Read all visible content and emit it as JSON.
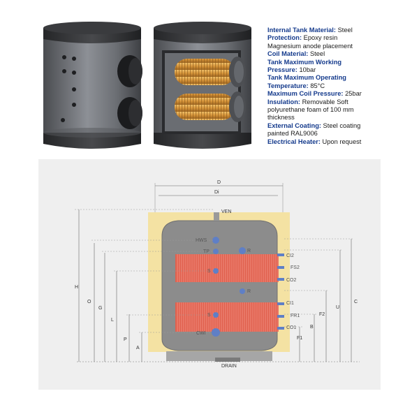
{
  "specs": [
    {
      "label": "Internal Tank Material:",
      "value": " Steel"
    },
    {
      "label": "Protection:",
      "value": " Epoxy resin"
    },
    {
      "label": "",
      "value": "Magnesium anode placement"
    },
    {
      "label": "Coil Material:",
      "value": " Steel"
    },
    {
      "label": "Tank Maximum Working",
      "value": ""
    },
    {
      "label": "Pressure:",
      "value": " 10bar"
    },
    {
      "label": "Tank Maximum Operating",
      "value": ""
    },
    {
      "label": "Temperature:",
      "value": " 85°C"
    },
    {
      "label": "Maximum Coil Pressure:",
      "value": " 25bar"
    },
    {
      "label": "Insulation:",
      "value": " Removable Soft"
    },
    {
      "label": "",
      "value": "polyurethane foam of 100 mm"
    },
    {
      "label": "",
      "value": "thickness"
    },
    {
      "label": "External Coating:",
      "value": " Steel coating"
    },
    {
      "label": "",
      "value": "painted RAL9006"
    },
    {
      "label": "Electrical Heater:",
      "value": " Upon request"
    }
  ],
  "diagram": {
    "top_dims": {
      "d": "D",
      "di": "Di"
    },
    "vent": "VEN",
    "drain": "DRAIN",
    "left_dims": {
      "h": "H",
      "o": "O",
      "g": "G",
      "l": "L",
      "p": "P",
      "a": "A"
    },
    "right_dims": {
      "c": "C",
      "u": "U",
      "f2": "F2",
      "b": "B",
      "f1": "F1"
    },
    "ports": {
      "hw": "HWS",
      "tp": "TP",
      "r_top": "R",
      "s_top": "S",
      "r_mid": "R",
      "s_bot": "S",
      "cw": "CWI",
      "ci2": "CI2",
      "fs2": "FS2",
      "co2": "CO2",
      "ci1": "CI1",
      "fr1": "FR1",
      "co1": "CO1"
    }
  },
  "colors": {
    "label_key": "#143a8c",
    "insulation": "#f4e2a3",
    "tank": "#8c8c8c",
    "coil": "#e0604e",
    "port": "#5f7fc6"
  }
}
